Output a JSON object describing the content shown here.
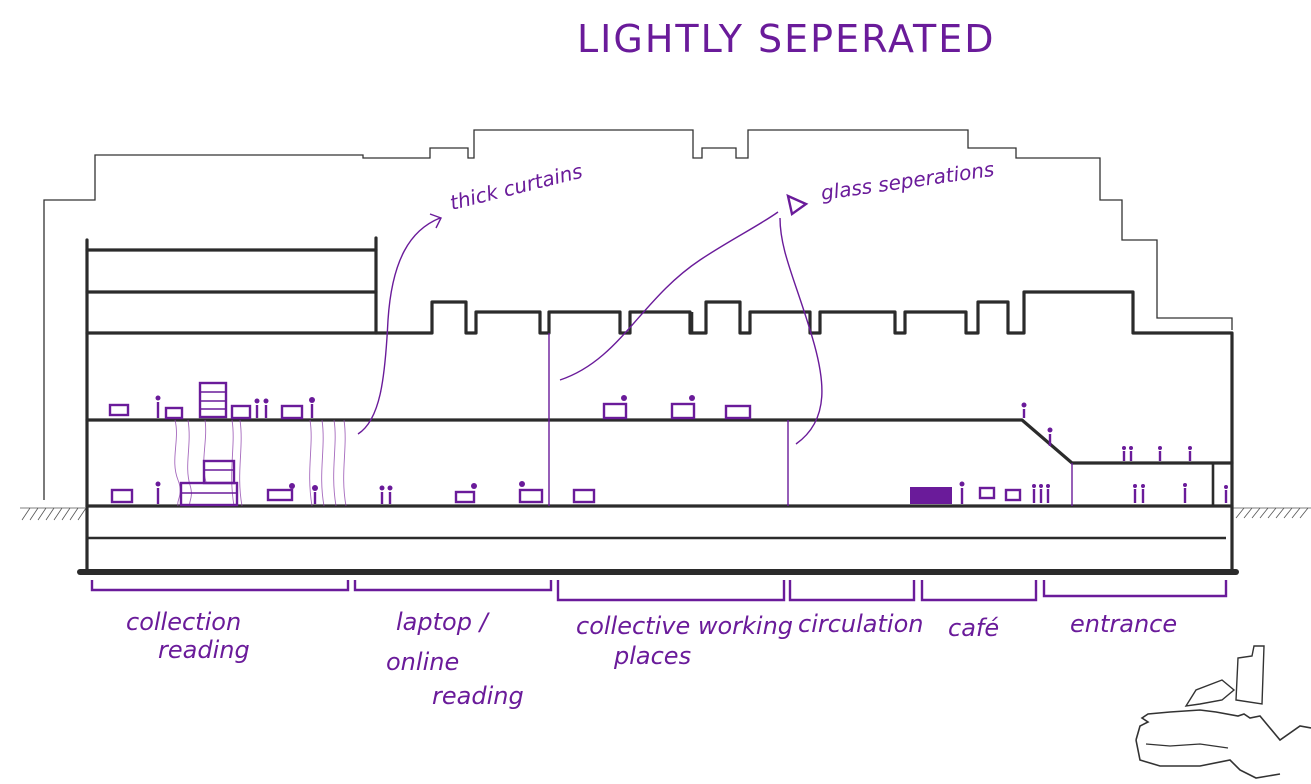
{
  "title": "LIGHTLY SEPERATED",
  "annotations": {
    "curtains": "thick curtains",
    "glass": "glass seperations"
  },
  "zones": [
    {
      "line1": "collection",
      "line2": "reading",
      "line3": ""
    },
    {
      "line1": "laptop /",
      "line2": "online",
      "line3": "reading"
    },
    {
      "line1": "collective working",
      "line2": "places",
      "line3": ""
    },
    {
      "line1": "circulation",
      "line2": "",
      "line3": ""
    },
    {
      "line1": "café",
      "line2": "",
      "line3": ""
    },
    {
      "line1": "entrance",
      "line2": "",
      "line3": ""
    }
  ],
  "colors": {
    "accent": "#6a1b9a",
    "structure": "#2b2b2b"
  }
}
